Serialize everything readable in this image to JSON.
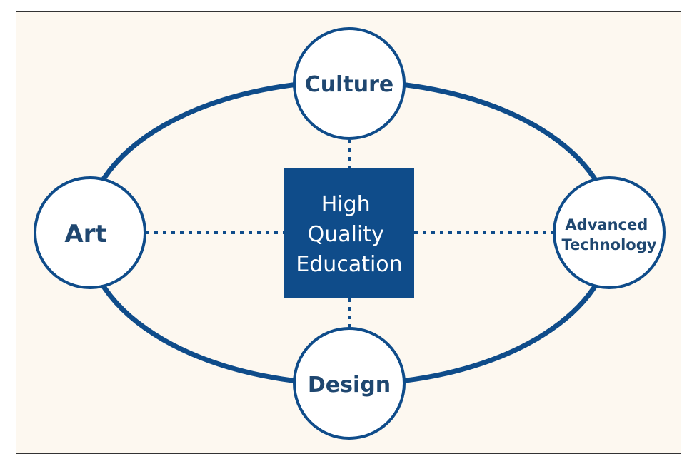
{
  "colors": {
    "primary": "#0f4c8a",
    "background": "#fdf8f0",
    "node_fill": "#ffffff",
    "text": "#1f4770"
  },
  "center": {
    "lines": [
      "High",
      "Quality",
      "Education"
    ]
  },
  "nodes": {
    "top": {
      "lines": [
        "Culture"
      ]
    },
    "left": {
      "lines": [
        "Art"
      ]
    },
    "right": {
      "lines": [
        "Advanced",
        "Technology"
      ]
    },
    "bottom": {
      "lines": [
        "Design"
      ]
    }
  }
}
